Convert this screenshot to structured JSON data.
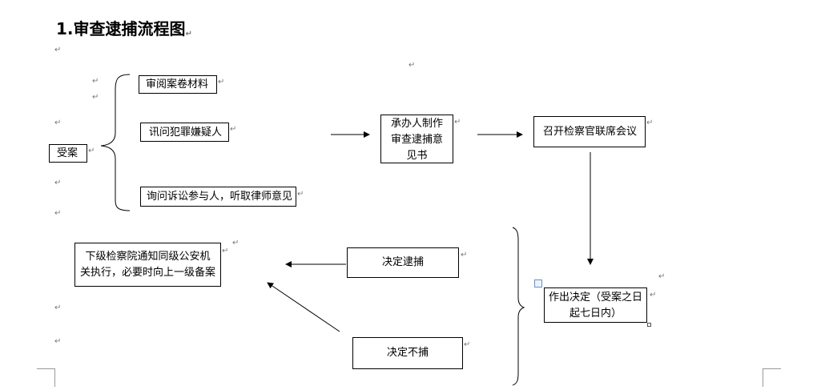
{
  "document": {
    "title": "1.审查逮捕流程图",
    "paragraph_mark": "↵"
  },
  "flowchart": {
    "accept_case": "受案",
    "review_materials": "审阅案卷材料",
    "interrogate_suspect": "讯问犯罪嫌疑人",
    "inquire_participants": "询问诉讼参与人，听取律师意见",
    "opinion_line1": "承办人制作",
    "opinion_line2": "审查逮捕意",
    "opinion_line3": "见书",
    "joint_meeting": "召开检察官联席会议",
    "decision_line1": "作出决定（受案之日",
    "decision_line2": "起七日内）",
    "decide_arrest": "决定逮捕",
    "decide_no_arrest": "决定不捕",
    "notify_line1": "下级检察院通知同级公安机",
    "notify_line2": "关执行，必要时向上一级备案"
  }
}
